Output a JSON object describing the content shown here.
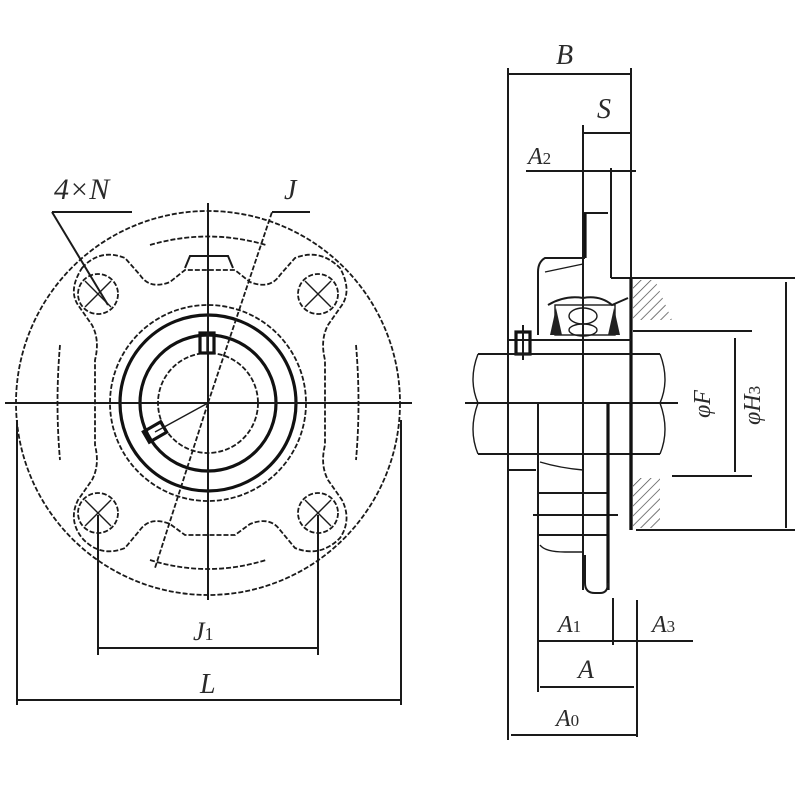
{
  "diagram": {
    "type": "flanged bearing unit dimension drawing",
    "views": [
      "front view",
      "side section view"
    ],
    "front_view": {
      "labels": {
        "bolt_holes": "4×N",
        "bolt_circle": "J",
        "bolt_spacing": "J",
        "bolt_spacing_sub": "1",
        "overall_diameter": "L"
      }
    },
    "side_view": {
      "labels": {
        "B": "B",
        "S": "S",
        "A2": "A",
        "A2_sub": "2",
        "A1": "A",
        "A1_sub": "1",
        "A3": "A",
        "A3_sub": "3",
        "A": "A",
        "A0": "A",
        "A0_sub": "0",
        "phiF": "φF",
        "phiH3": "φH",
        "phiH3_sub": "3"
      }
    },
    "colors": {
      "line": "#1a1a1a",
      "text": "#2a2a2a",
      "background": "#ffffff"
    }
  }
}
